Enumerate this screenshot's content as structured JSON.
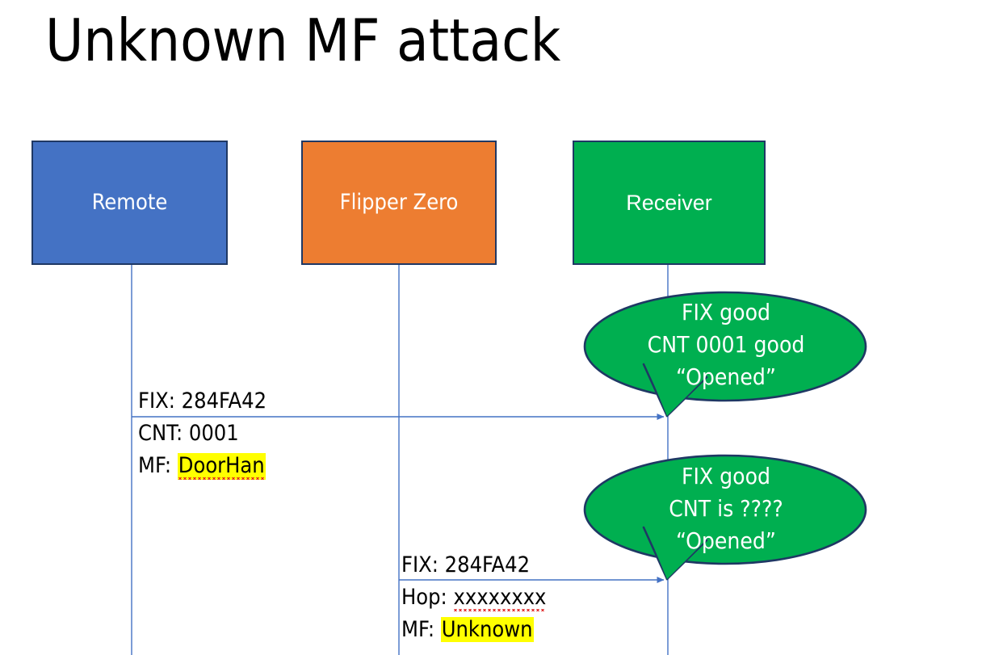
{
  "slide": {
    "title": "Unknown MF attack",
    "background": "#FFFFFF"
  },
  "colors": {
    "remote_blue": "#4472C4",
    "flipper_orange": "#ED7D31",
    "receiver_green": "#00AF50",
    "box_border_navy": "#1F3864",
    "lifeline_blue": "#4472C4",
    "highlight_yellow": "#FFFF00",
    "spellcheck_red": "#E02020",
    "callout_text": "#FFFFFF"
  },
  "actors": [
    {
      "id": "remote",
      "label": "Remote",
      "fill": "#4472C4"
    },
    {
      "id": "flipper",
      "label": "Flipper Zero",
      "fill": "#ED7D31"
    },
    {
      "id": "receiver",
      "label": "Receiver",
      "fill": "#00AF50"
    }
  ],
  "messages": [
    {
      "id": "msg-remote-to-receiver",
      "from": "remote",
      "to": "receiver",
      "line1": "FIX: 284FA42",
      "line2": "CNT: 0001",
      "line3_prefix": "MF: ",
      "line3_value": "DoorHan",
      "line3_highlighted": true,
      "line3_spellchecked": true
    },
    {
      "id": "msg-flipper-to-receiver",
      "from": "flipper",
      "to": "receiver",
      "line1": "FIX: 284FA42",
      "line2_prefix": "Hop: ",
      "line2_value": "xxxxxxxx",
      "line2_spellchecked": true,
      "line3_prefix": "MF: ",
      "line3_value": "Unknown",
      "line3_highlighted": true,
      "line3_spellchecked": false
    }
  ],
  "callouts": [
    {
      "id": "callout-first-reply",
      "attached_to": "receiver",
      "line1": "FIX good",
      "line2": "CNT 0001 good",
      "line3": "“Opened”",
      "fill": "#00AF50"
    },
    {
      "id": "callout-second-reply",
      "attached_to": "receiver",
      "line1": "FIX good",
      "line2": "CNT is ????",
      "line3": "“Opened”",
      "fill": "#00AF50"
    }
  ]
}
